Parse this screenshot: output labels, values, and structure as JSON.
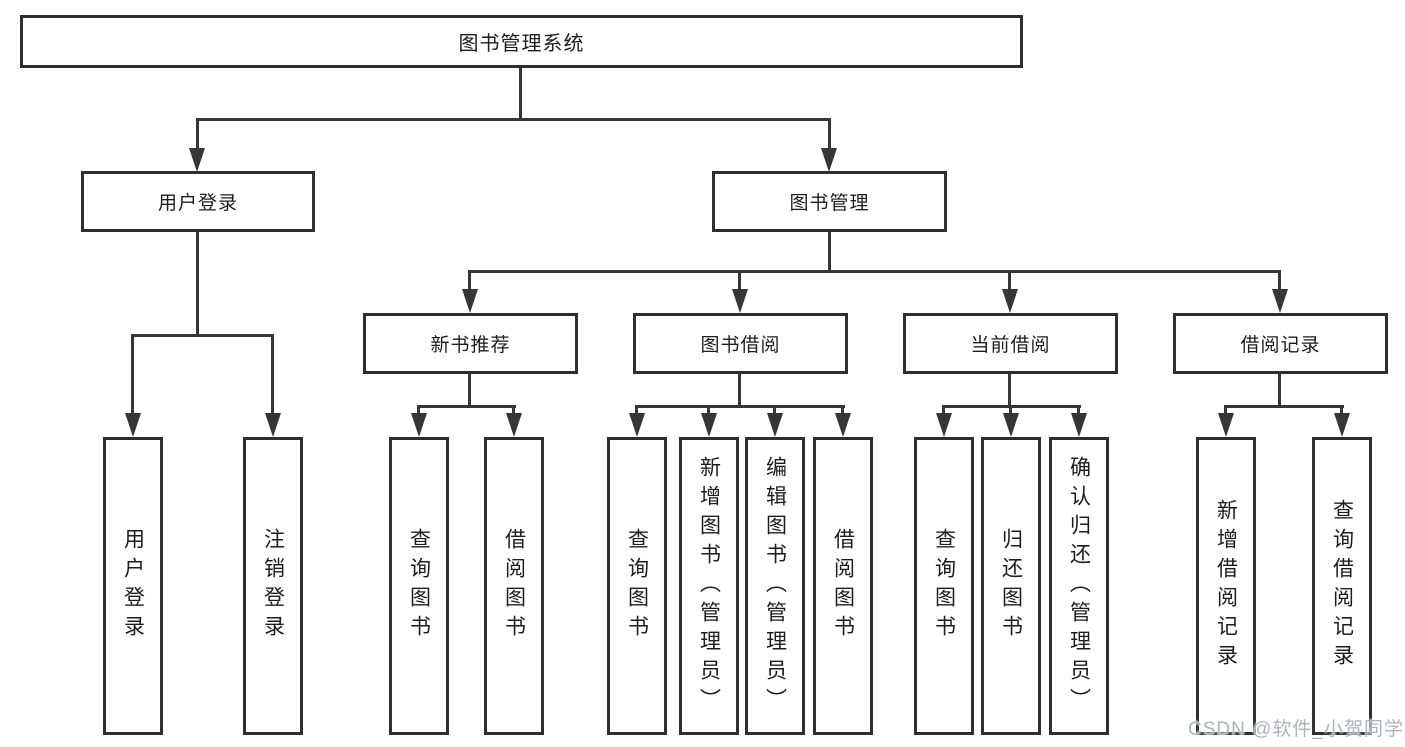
{
  "colors": {
    "line": "#363636",
    "box_border": "#2e2e2e",
    "text": "#1d1d1d",
    "watermark": "#aeb3b9",
    "background": "#ffffff"
  },
  "tree": {
    "root": {
      "label": "图书管理系统"
    },
    "branches": [
      {
        "label": "用户登录",
        "children": [
          {
            "label": "用户登录"
          },
          {
            "label": "注销登录"
          }
        ]
      },
      {
        "label": "图书管理",
        "children": [
          {
            "label": "新书推荐",
            "children": [
              {
                "label": "查询图书"
              },
              {
                "label": "借阅图书"
              }
            ]
          },
          {
            "label": "图书借阅",
            "children": [
              {
                "label": "查询图书"
              },
              {
                "label": "新增图书（管理员）"
              },
              {
                "label": "编辑图书（管理员）"
              },
              {
                "label": "借阅图书"
              }
            ]
          },
          {
            "label": "当前借阅",
            "children": [
              {
                "label": "查询图书"
              },
              {
                "label": "归还图书"
              },
              {
                "label": "确认归还（管理员）"
              }
            ]
          },
          {
            "label": "借阅记录",
            "children": [
              {
                "label": "新增借阅记录"
              },
              {
                "label": "查询借阅记录"
              }
            ]
          }
        ]
      }
    ]
  },
  "watermark": {
    "text": "CSDN @软件_小贺同学"
  }
}
